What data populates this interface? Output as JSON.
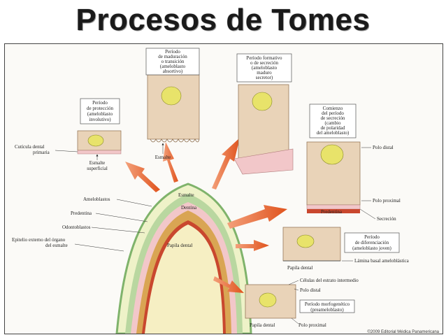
{
  "title": "Procesos de Tomes",
  "copyright": "©2009 Editorial Médica Panamericana",
  "boxes": {
    "proteccion": [
      "Período",
      "de protección",
      "(ameloblasto",
      "involutivo)"
    ],
    "maduracion": [
      "Período",
      "de maduración",
      "o transición",
      "(ameloblasto",
      "absortivo)"
    ],
    "formativo": [
      "Período formativo",
      "o de secreción",
      "(ameloblasto",
      "maduro",
      "secretor)"
    ],
    "comienzo": [
      "Comienzo",
      "del período",
      "de secreción",
      "(cambio",
      "de polaridad",
      "del ameloblasto)"
    ],
    "diferenciacion": [
      "Período",
      "de diferenciación",
      "(ameloblasto joven)"
    ],
    "morfogenetico": [
      "Período morfogenético",
      "(preameloblasto)"
    ]
  },
  "labels": {
    "cuticula": [
      "Cutícula dental",
      "primaria"
    ],
    "esmalte_superficial": [
      "Esmalte",
      "superficial"
    ],
    "esmalte_top": "Esmalte",
    "ameloblastos": "Ameloblastos",
    "esmalte_tooth": "Esmalte",
    "dentina": "Dentina",
    "predentina_left": "Predentina",
    "odontoblastos": "Odontoblastos",
    "epitelio": [
      "Epitelio externo del órgano",
      "del esmalte"
    ],
    "papila_center": "Papila dental",
    "polo_distal_right": "Polo distal",
    "polo_proximal_right": "Polo proximal",
    "predentina_right": "Predentina",
    "secrecion": "Secreción",
    "papila_mid": "Papila dental",
    "lamina": "Lámina basal ameloblástica",
    "celulas": "Células del estrato intermedio",
    "polo_distal_bottom": "Polo distal",
    "papila_bottom": "Papila dental",
    "polo_proximal_bottom": "Polo proximal"
  },
  "colors": {
    "arrow": "#e8622c",
    "cell": "#e9d3b8",
    "nucleus": "#e8e36a",
    "enamel": "#f2c7c9",
    "dentin": "#d9a553",
    "predentin": "#c9472e",
    "pulp": "#f6efc3",
    "epithelium": "#7fb36b"
  }
}
